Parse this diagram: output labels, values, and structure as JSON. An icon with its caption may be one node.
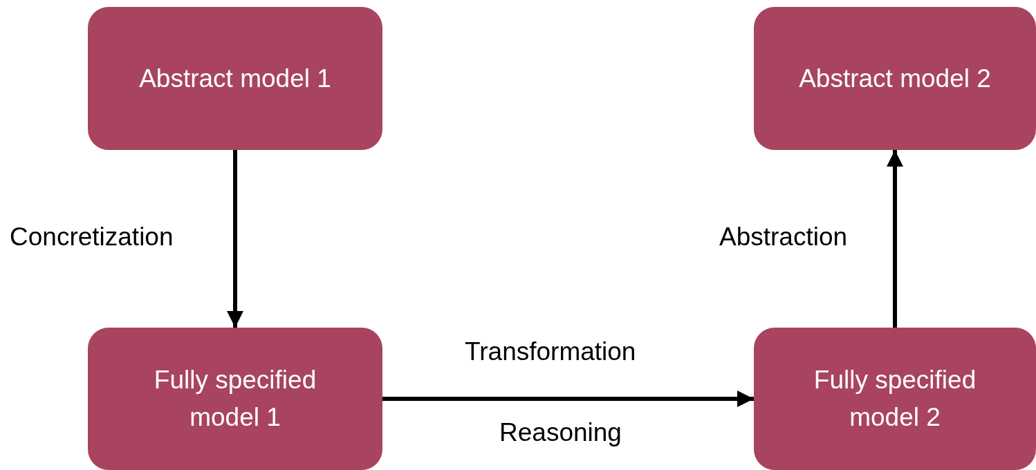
{
  "diagram": {
    "nodes": [
      {
        "text": [
          "Abstract model 1"
        ]
      },
      {
        "text": [
          "Abstract model 2"
        ]
      },
      {
        "text": [
          "Fully specified model 1"
        ]
      },
      {
        "text": [
          "Fully specified model 2"
        ]
      }
    ],
    "edges": [
      {
        "from": 0,
        "to": 2,
        "arrow": "to",
        "label": "Concretization"
      },
      {
        "from": 3,
        "to": 1,
        "arrow": "to",
        "label": "Abstraction"
      },
      {
        "from": 2,
        "to": 3,
        "arrow": "to",
        "label": "Transformation"
      }
    ],
    "labels": [
      "Reasoning"
    ]
  }
}
